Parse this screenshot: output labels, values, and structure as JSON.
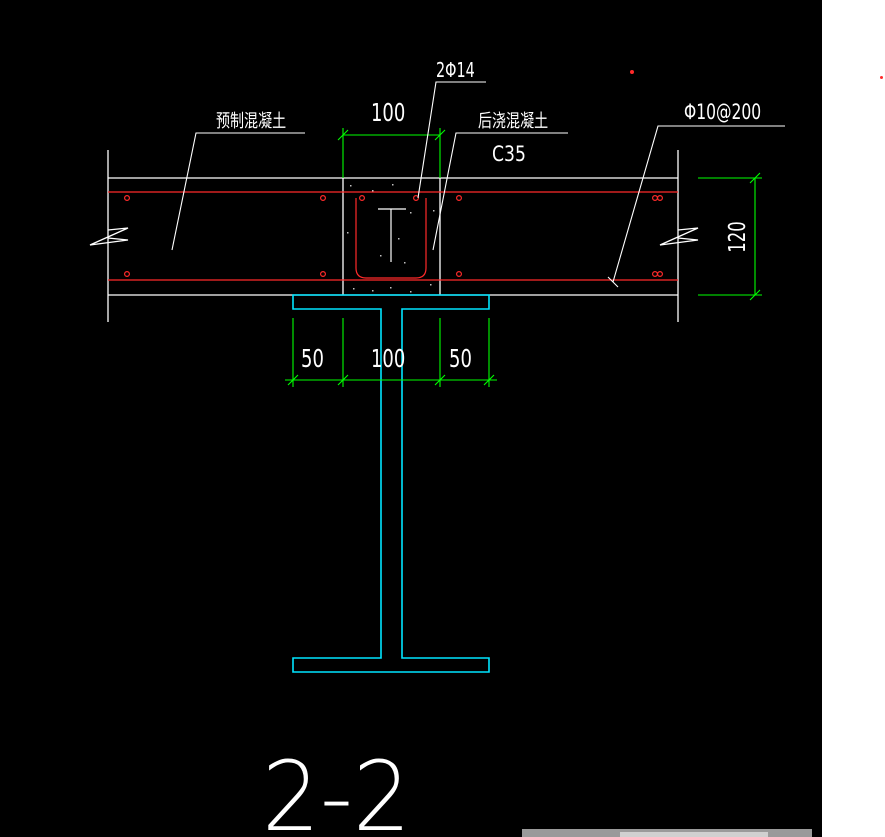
{
  "drawing": {
    "section_title": "2-2",
    "labels": {
      "precast_concrete": "预制混凝土",
      "cast_in_place_concrete": "后浇混凝土",
      "concrete_grade": "C35",
      "top_rebar": "2Φ14",
      "distribution_rebar": "Φ10@200"
    },
    "dimensions": {
      "opening_width": "100",
      "slab_thickness": "120",
      "left_flange": "50",
      "middle": "100",
      "right_flange": "50"
    }
  },
  "colors": {
    "background": "#000000",
    "outline": "#ffffff",
    "rebar": "#ff2a2a",
    "dimension": "#00ff00",
    "steel_beam": "#00e5ff"
  }
}
